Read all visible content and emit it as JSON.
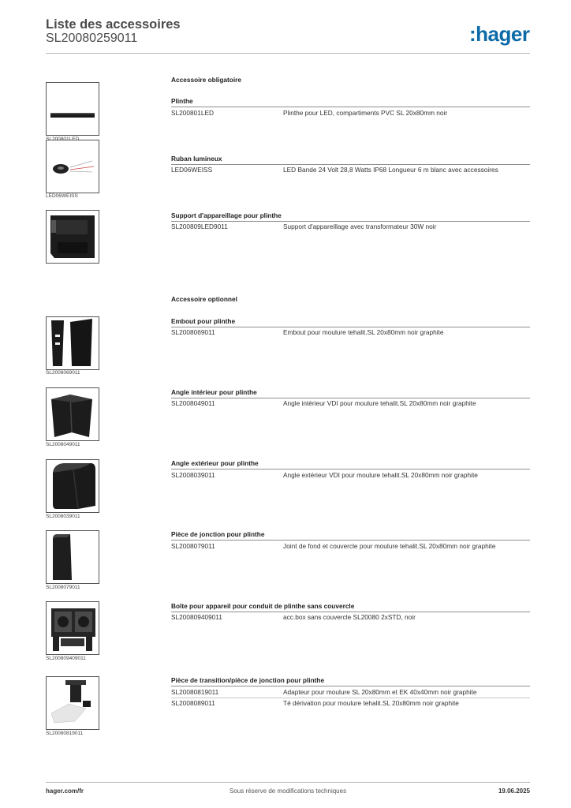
{
  "header": {
    "title": "Liste des accessoires",
    "reference": "SL20080259011",
    "logo": "hager",
    "logo_color": "#0c6aa8"
  },
  "sections": {
    "mandatory": "Accessoire obligatoire",
    "optional": "Accessoire optionnel"
  },
  "groups": [
    {
      "title": "Plinthe",
      "caption": "SL200801LED",
      "rows": [
        {
          "ref": "SL200801LED",
          "desc": "Plinthe pour LED, compartiments PVC SL 20x80mm noir"
        }
      ]
    },
    {
      "title": "Ruban lumineux",
      "caption": "LED06WEISS",
      "rows": [
        {
          "ref": "LED06WEISS",
          "desc": "LED Bande 24 Volt 28,8 Watts IP68 Longueur 6 m blanc avec accessoires"
        }
      ]
    },
    {
      "title": "Support d'appareillage pour plinthe",
      "caption": "",
      "rows": [
        {
          "ref": "SL200809LED9011",
          "desc": "Support d'appareillage avec transformateur 30W noir"
        }
      ]
    },
    {
      "title": "Embout pour plinthe",
      "caption": "SL200806901​1",
      "rows": [
        {
          "ref": "SL20080690​11",
          "desc": "Embout pour moulure tehalit.SL 20x80mm noir graphite"
        }
      ]
    },
    {
      "title": "Angle intérieur pour plinthe",
      "caption": "SL20080490​11",
      "rows": [
        {
          "ref": "SL20080490​11",
          "desc": "Angle intérieur VDI pour moulure tehalit.SL 20x80mm noir graphite"
        }
      ]
    },
    {
      "title": "Angle extérieur pour plinthe",
      "caption": "SL20080390​11",
      "rows": [
        {
          "ref": "SL20080390​11",
          "desc": "Angle extérieur VDI pour moulure tehalit.SL 20x80mm noir graphite"
        }
      ]
    },
    {
      "title": "Pièce de jonction pour plinthe",
      "caption": "SL20080790​11",
      "rows": [
        {
          "ref": "SL20080790​11",
          "desc": "Joint de fond et couvercle pour moulure tehalit.SL 20x80mm noir graphite"
        }
      ]
    },
    {
      "title": "Boîte pour appareil pour conduit de plinthe sans couvercle",
      "caption": "SL200809409011",
      "rows": [
        {
          "ref": "SL200809409011",
          "desc": "acc.box sans couvercle SL20080 2xSTD, noir"
        }
      ]
    },
    {
      "title": "Pièce de transition/pièce de jonction pour plinthe",
      "caption": "SL20080819011",
      "rows": [
        {
          "ref": "SL20080819011",
          "desc": "Adapteur pour moulure SL 20x80mm et EK 40x40mm noir graphite"
        },
        {
          "ref": "SL20080890​11",
          "desc": "Té dérivation pour moulure tehalit.SL 20x80mm noir graphite"
        }
      ]
    }
  ],
  "footer": {
    "website": "hager.com/fr",
    "disclaimer": "Sous réserve de modifications techniques",
    "date": "19.06.2025"
  }
}
